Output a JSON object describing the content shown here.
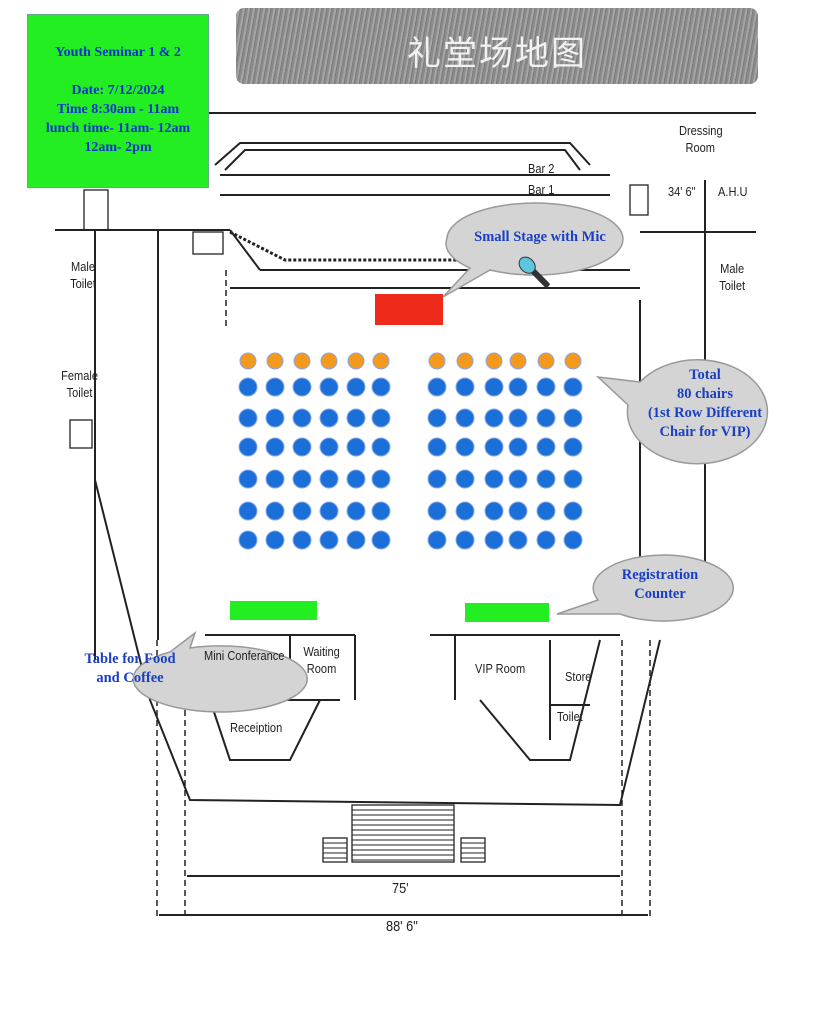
{
  "info_box": {
    "title": "Youth Seminar 1 & 2",
    "date": "Date: 7/12/2024",
    "time": "Time 8:30am - 11am",
    "lunch": "lunch time- 11am- 12am",
    "afternoon": "12am- 2pm",
    "background_color": "#22ee22",
    "text_color": "#1133cc"
  },
  "banner": {
    "title": "礼堂场地图"
  },
  "rooms": {
    "dressing_room": "Dressing Room",
    "bar2": "Bar 2",
    "bar1": "Bar 1",
    "ahu": "A.H.U",
    "ahu_dim": "34' 6\"",
    "male_toilet_left": "Male Toilet",
    "female_toilet": "Female Toilet",
    "male_toilet_right": "Male Toilet",
    "mini_conference": "Mini Conferance",
    "waiting_room": "Waiting Room",
    "reception": "Receiption",
    "vip_room": "VIP Room",
    "store": "Store",
    "toilet": "Toilet"
  },
  "dimensions": {
    "inner_width": "75'",
    "outer_width": "88' 6\""
  },
  "callouts": {
    "stage": "Small Stage with Mic",
    "chairs_line1": "Total",
    "chairs_line2": "80 chairs",
    "chairs_line3": "(1st Row Different",
    "chairs_line4": "Chair for VIP)",
    "registration_line1": "Registration",
    "registration_line2": "Counter",
    "food_line1": "Table for Food",
    "food_line2": "and Coffee"
  },
  "seating": {
    "blocks": 2,
    "columns_per_block": 6,
    "vip_rows": 1,
    "regular_rows": 6,
    "vip_color": "#f39a1e",
    "regular_color": "#1a6fd8"
  },
  "colors": {
    "stage": "#ee2a1a",
    "tables": "#22ee22",
    "callout_fill": "#d4d4d4"
  },
  "icons": {
    "mic": "microphone-icon"
  }
}
